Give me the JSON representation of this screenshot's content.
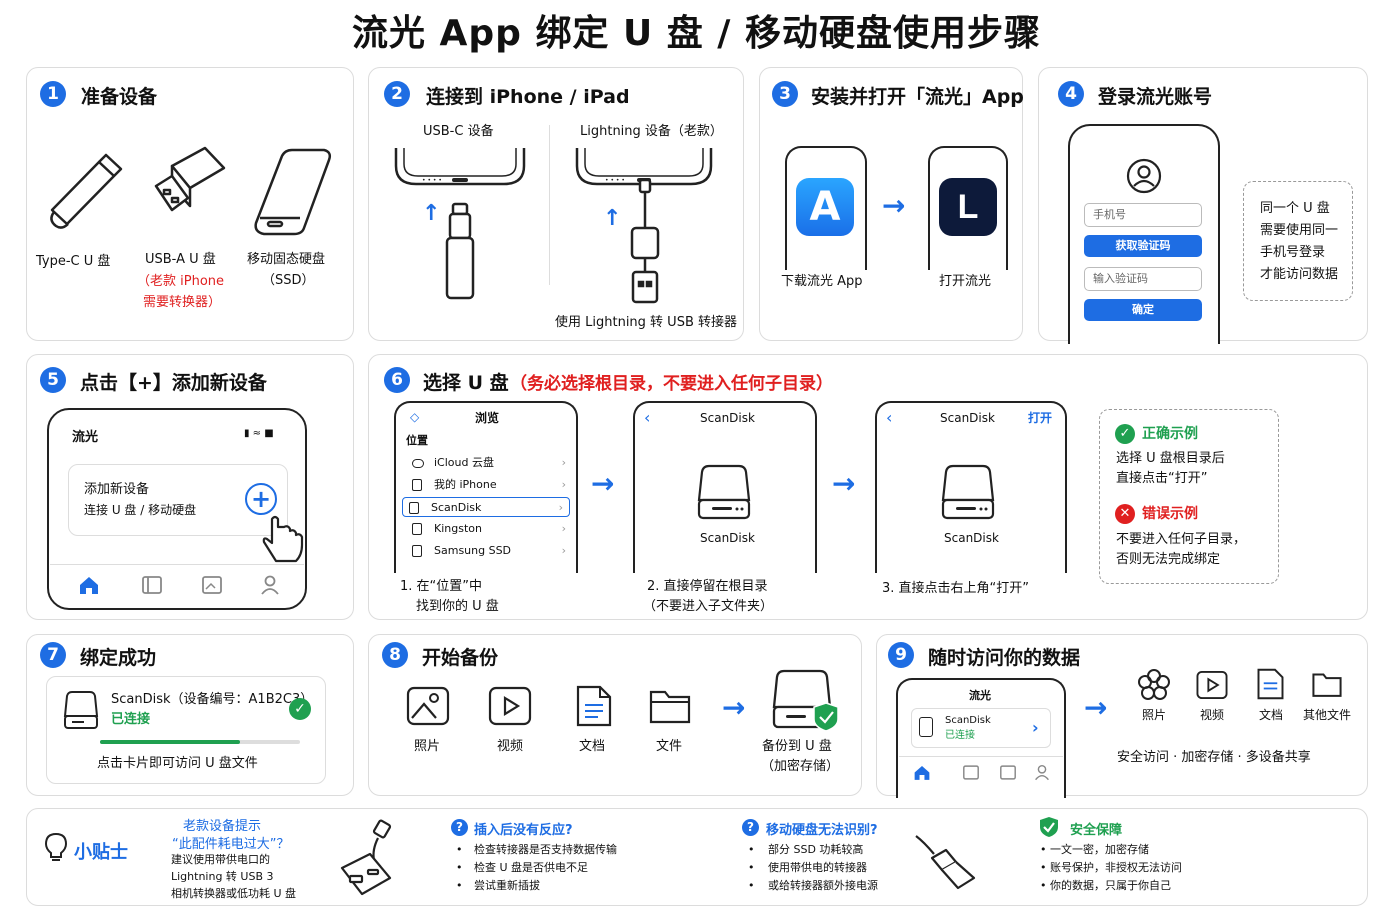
{
  "page_title": "流光 App 绑定 U 盘 / 移动硬盘使用步骤",
  "colors": {
    "accent": "#1e6de3",
    "error": "#e02020",
    "success": "#1fa050"
  },
  "step1": {
    "num": "1",
    "title": "准备设备",
    "typec": "Type-C U 盘",
    "usba": "USB-A U 盘",
    "usba_note1": "（老款 iPhone",
    "usba_note2": "需要转换器）",
    "ssd1": "移动固态硬盘",
    "ssd2": "（SSD）"
  },
  "step2": {
    "num": "2",
    "title": "连接到 iPhone / iPad",
    "usbc": "USB-C 设备",
    "lightning": "Lightning 设备（老款）",
    "note": "使用 Lightning 转 USB 转接器"
  },
  "step3": {
    "num": "3",
    "title": "安装并打开「流光」App",
    "download": "下载流光 App",
    "open": "打开流光"
  },
  "step4": {
    "num": "4",
    "title": "登录流光账号",
    "phone_placeholder": "手机号",
    "get_code": "获取验证码",
    "code_placeholder": "输入验证码",
    "confirm": "确定",
    "note": [
      "同一个 U 盘",
      "需要使用同一",
      "手机号登录",
      "才能访问数据"
    ]
  },
  "step5": {
    "num": "5",
    "title": "点击【+】添加新设备",
    "app_name": "流光",
    "add_title": "添加新设备",
    "add_sub": "连接 U 盘 / 移动硬盘"
  },
  "step6": {
    "num": "6",
    "title": "选择 U 盘",
    "warning": "（务必选择根目录，不要进入任何子目录）",
    "browse": "浏览",
    "location": "位置",
    "items": [
      "iCloud 云盘",
      "我的 iPhone",
      "ScanDisk",
      "Kingston",
      "Samsung SSD"
    ],
    "scandisk": "ScanDisk",
    "open": "打开",
    "cap1a": "1. 在“位置”中",
    "cap1b": "找到你的 U 盘",
    "cap2a": "2. 直接停留在根目录",
    "cap2b": "（不要进入子文件夹）",
    "cap3": "3. 直接点击右上角“打开”",
    "ok_title": "正确示例",
    "ok_1": "选择 U 盘根目录后",
    "ok_2": "直接点击“打开”",
    "err_title": "错误示例",
    "err_1": "不要进入任何子目录，",
    "err_2": "否则无法完成绑定"
  },
  "step7": {
    "num": "7",
    "title": "绑定成功",
    "device": "ScanDisk（设备编号：A1B2C3）",
    "status": "已连接",
    "hint": "点击卡片即可访问 U 盘文件",
    "progress": 0.7
  },
  "step8": {
    "num": "8",
    "title": "开始备份",
    "items": [
      "照片",
      "视频",
      "文档",
      "文件"
    ],
    "target1": "备份到 U 盘",
    "target2": "（加密存储）"
  },
  "step9": {
    "num": "9",
    "title": "随时访问你的数据",
    "app_name": "流光",
    "device": "ScanDisk",
    "status": "已连接",
    "items": [
      "照片",
      "视频",
      "文档",
      "其他文件"
    ],
    "footer": "安全访问 · 加密存储 · 多设备共享"
  },
  "tips": {
    "label": "小贴士",
    "old_title": "老款设备提示",
    "old_q": "“此配件耗电过大”？",
    "old_body": [
      "建议使用带供电口的",
      "Lightning 转 USB 3",
      "相机转换器或低功耗 U 盘"
    ],
    "q1_title": "插入后没有反应?",
    "q1_body": [
      "检查转接器是否支持数据传输",
      "检查 U 盘是否供电不足",
      "尝试重新插拔"
    ],
    "q2_title": "移动硬盘无法识别?",
    "q2_body": [
      "部分 SSD 功耗较高",
      "使用带供电的转接器",
      "或给转接器额外接电源"
    ],
    "q3_title": "安全保障",
    "q3_body": [
      "• 一文一密，加密存储",
      "• 账号保护，非授权无法访问",
      "• 你的数据，只属于你自己"
    ],
    "bullet": "•"
  }
}
